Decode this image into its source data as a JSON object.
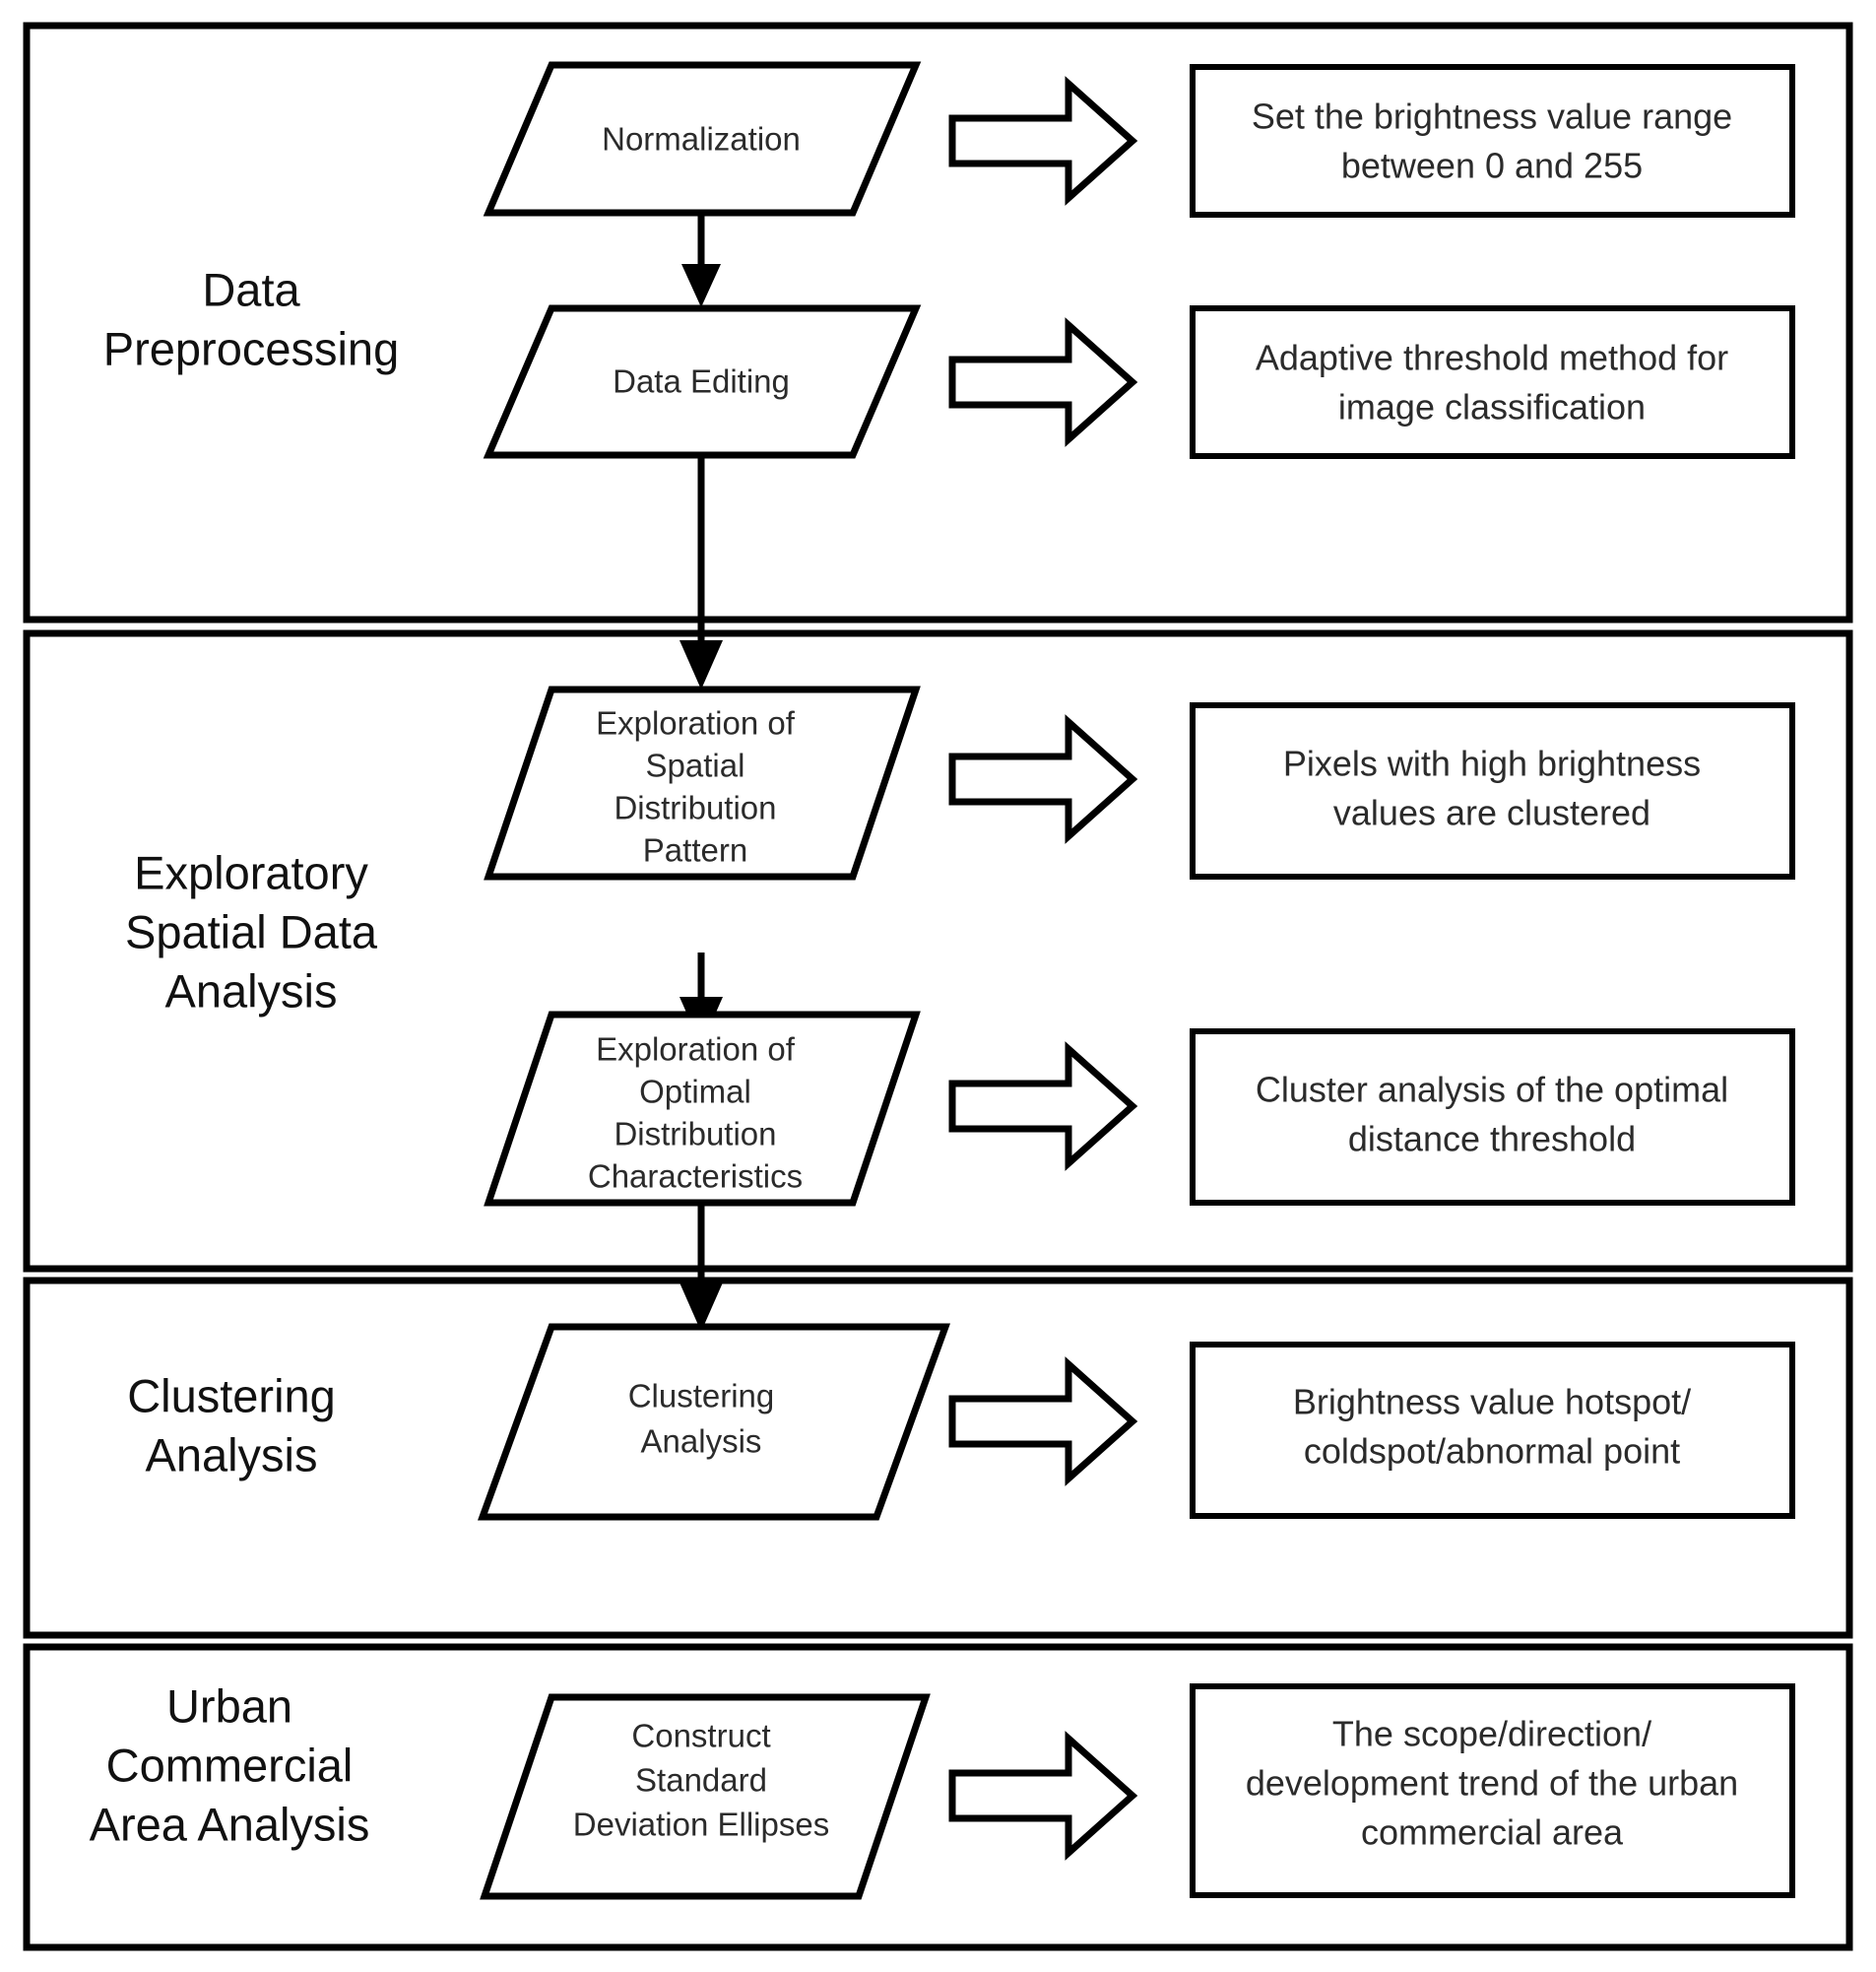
{
  "diagram": {
    "title": "Urban Commercial Area Analysis Workflow",
    "colors": {
      "stroke": "#000000",
      "fill": "#ffffff",
      "text": "#1a1a1a"
    },
    "sections": [
      {
        "id": "data-preprocessing",
        "label_lines": [
          "Data",
          "Preprocessing"
        ],
        "steps": [
          {
            "id": "normalization",
            "node_lines": [
              "Normalization"
            ],
            "arrow": "block-arrow-right-icon",
            "desc_lines": [
              "Set the brightness value range",
              "between 0 and 255"
            ]
          },
          {
            "id": "data-editing",
            "node_lines": [
              "Data Editing"
            ],
            "arrow": "block-arrow-right-icon",
            "desc_lines": [
              "Adaptive threshold method for",
              "image classification"
            ]
          }
        ]
      },
      {
        "id": "exploratory-spatial-data-analysis",
        "label_lines": [
          "Exploratory",
          "Spatial Data",
          "Analysis"
        ],
        "steps": [
          {
            "id": "exploration-of-spatial-distribution-pattern",
            "node_lines": [
              "Exploration of",
              "Spatial",
              "Distribution",
              "Pattern"
            ],
            "arrow": "block-arrow-right-icon",
            "desc_lines": [
              "Pixels with high brightness",
              "values are clustered"
            ]
          },
          {
            "id": "exploration-of-optimal-distribution-characteristics",
            "node_lines": [
              "Exploration of",
              "Optimal",
              "Distribution",
              "Characteristics"
            ],
            "arrow": "block-arrow-right-icon",
            "desc_lines": [
              "Cluster analysis of the optimal",
              "distance threshold"
            ]
          }
        ]
      },
      {
        "id": "clustering-analysis",
        "label_lines": [
          "Clustering",
          "Analysis"
        ],
        "steps": [
          {
            "id": "clustering-analysis-step",
            "node_lines": [
              "Clustering",
              "Analysis"
            ],
            "arrow": "block-arrow-right-icon",
            "desc_lines": [
              "Brightness value hotspot/",
              "coldspot/abnormal point"
            ]
          }
        ]
      },
      {
        "id": "urban-commercial-area-analysis",
        "label_lines": [
          "Urban",
          "Commercial",
          "Area Analysis"
        ],
        "steps": [
          {
            "id": "construct-standard-deviation-ellipses",
            "node_lines": [
              "Construct",
              "Standard",
              "Deviation Ellipses"
            ],
            "arrow": "block-arrow-right-icon",
            "desc_lines": [
              "The scope/direction/",
              "development trend of the urban",
              "commercial area"
            ]
          }
        ]
      }
    ],
    "flow_connectors": [
      {
        "id": "normalization-to-data-editing",
        "icon": "down-arrow-icon"
      },
      {
        "id": "data-editing-to-spatial-distribution",
        "icon": "down-arrow-icon"
      },
      {
        "id": "spatial-distribution-to-optimal-distribution",
        "icon": "down-arrow-icon"
      },
      {
        "id": "optimal-distribution-to-clustering",
        "icon": "down-arrow-icon"
      },
      {
        "id": "clustering-to-construct-ellipses",
        "icon": "down-arrow-icon"
      }
    ]
  }
}
